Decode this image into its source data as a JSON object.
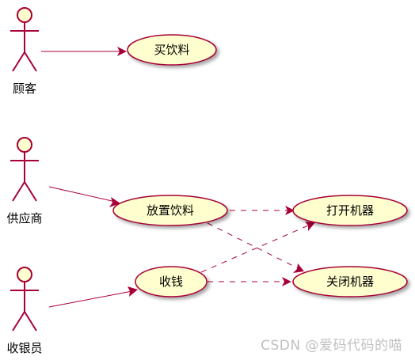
{
  "actors": [
    {
      "id": "customer",
      "label": "顾客"
    },
    {
      "id": "supplier",
      "label": "供应商"
    },
    {
      "id": "cashier",
      "label": "收银员"
    }
  ],
  "use_cases": [
    {
      "id": "buy_drink",
      "label": "买饮料"
    },
    {
      "id": "place_drink",
      "label": "放置饮料"
    },
    {
      "id": "open_machine",
      "label": "打开机器"
    },
    {
      "id": "close_machine",
      "label": "关闭机器"
    },
    {
      "id": "collect_money",
      "label": "收钱"
    }
  ],
  "relations": [
    {
      "from": "customer",
      "to": "buy_drink",
      "style": "solid"
    },
    {
      "from": "supplier",
      "to": "place_drink",
      "style": "solid"
    },
    {
      "from": "cashier",
      "to": "collect_money",
      "style": "solid"
    },
    {
      "from": "place_drink",
      "to": "open_machine",
      "style": "dashed"
    },
    {
      "from": "place_drink",
      "to": "close_machine",
      "style": "dashed"
    },
    {
      "from": "collect_money",
      "to": "open_machine",
      "style": "dashed"
    },
    {
      "from": "collect_money",
      "to": "close_machine",
      "style": "dashed"
    }
  ],
  "colors": {
    "stroke": "#a80036",
    "fill": "#fefece",
    "text": "#000000",
    "watermark": "#c0c0c0"
  },
  "watermark": "CSDN @爱码代码的喵"
}
